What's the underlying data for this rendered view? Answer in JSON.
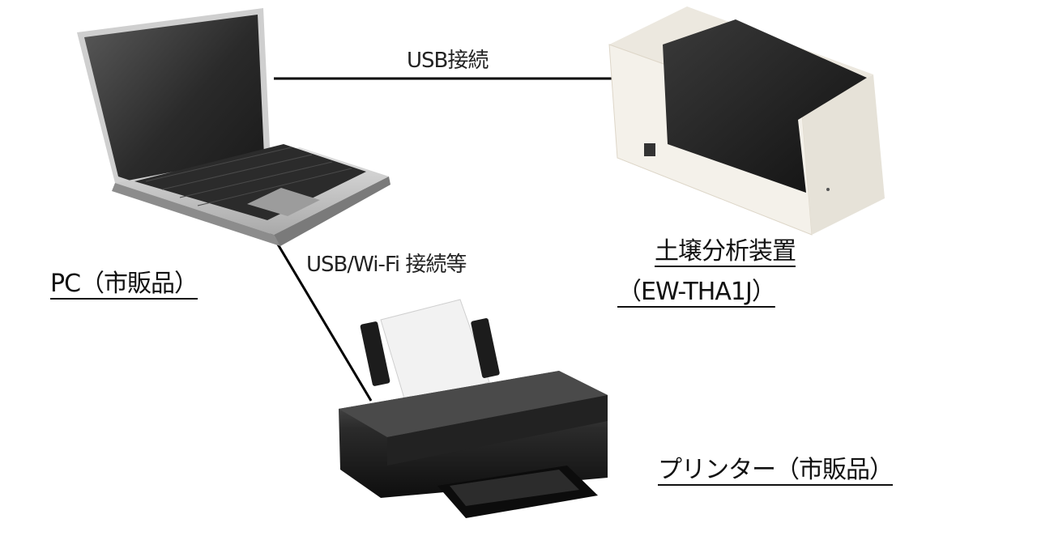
{
  "connections": {
    "usb": "USB接続",
    "usb_wifi": "USB/Wi-Fi 接続等"
  },
  "devices": {
    "pc": {
      "label": "PC（市販品）",
      "icon": "laptop-icon"
    },
    "analyzer": {
      "label_line1": "土壌分析装置",
      "label_line2": "（EW-THA1J）",
      "icon": "soil-analyzer-icon"
    },
    "printer": {
      "label": "プリンター（市販品）",
      "icon": "printer-icon"
    }
  },
  "colors": {
    "line": "#000000",
    "device_dark": "#1e1e1e",
    "analyzer_body": "#f4f1ea",
    "laptop_silver": "#c9c9c9"
  }
}
